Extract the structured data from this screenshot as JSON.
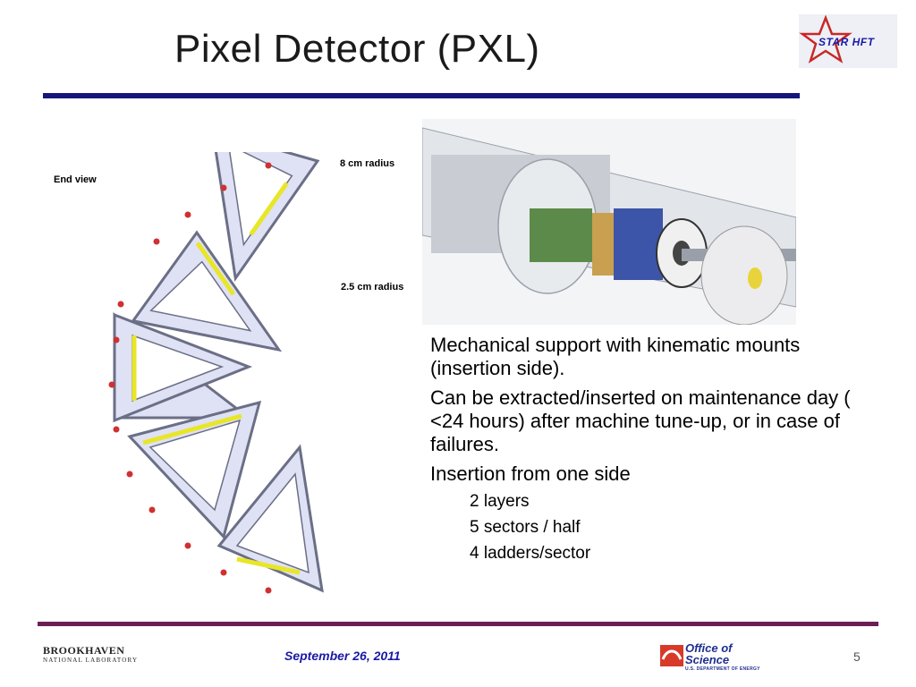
{
  "slide": {
    "title": "Pixel Detector (PXL)",
    "date": "September 26, 2011",
    "page_number": "5"
  },
  "diagram": {
    "end_view_label": "End view",
    "outer_radius_label": "8 cm radius",
    "inner_radius_label": "2.5 cm radius"
  },
  "bullets": [
    "Mechanical support with kinematic mounts (insertion side).",
    "Can be extracted/inserted on maintenance day ( <24 hours) after machine tune-up, or in case of failures.",
    "Insertion from one side"
  ],
  "sub_bullets": [
    "2 layers",
    "5 sectors / half",
    "4 ladders/sector"
  ],
  "logos": {
    "star": "STAR HFT",
    "bnl_main": "BROOKHAVEN",
    "bnl_sub": "NATIONAL LABORATORY",
    "doe_title": "Office of Science",
    "doe_subtitle": "U.S. DEPARTMENT OF ENERGY"
  },
  "colors": {
    "title_rule": "#16167a",
    "footer_rule": "#6b1f56",
    "accent_blue": "#1a1aa6",
    "sector_fill": "#dfe1f5",
    "ladder_yellow": "#e8e628"
  }
}
